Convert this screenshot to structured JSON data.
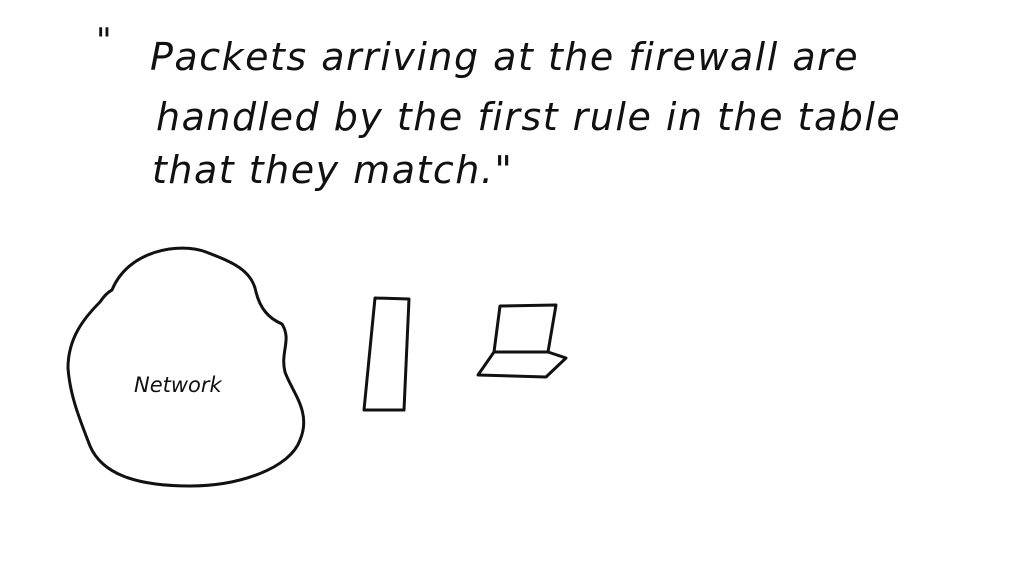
{
  "quote": {
    "open_mark": "\"",
    "lines": [
      "Packets arriving at the firewall are",
      "handled by the first rule in the table",
      "that they match.\""
    ]
  },
  "diagram": {
    "network_label": "Network"
  },
  "colors": {
    "ink": "#111111",
    "background": "#ffffff"
  }
}
